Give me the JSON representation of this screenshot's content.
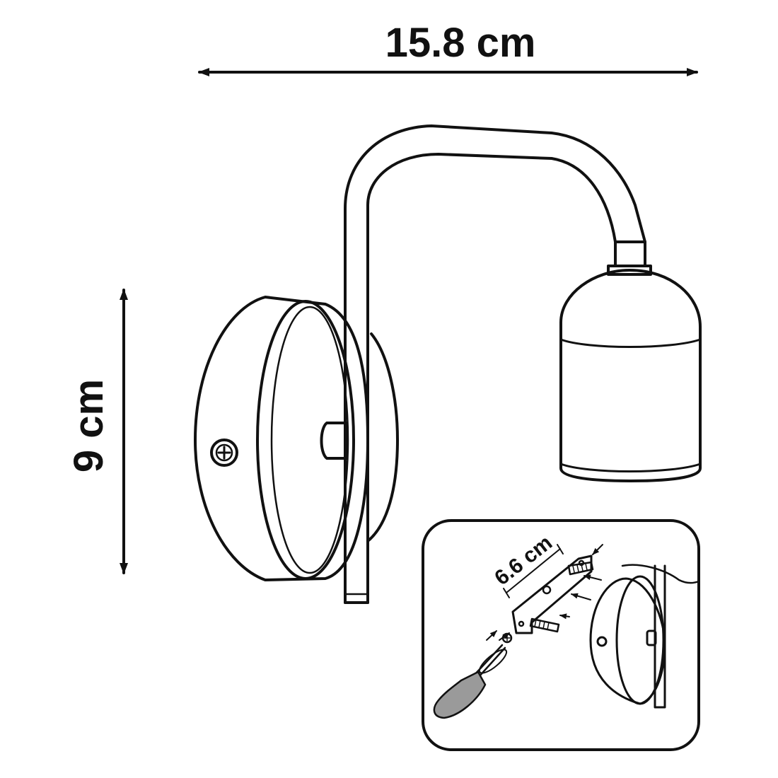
{
  "dimensions": {
    "width_label": "15.8 cm",
    "height_label": "9 cm",
    "bracket_label": "6.6 cm"
  },
  "colors": {
    "ink": "#111111",
    "background": "#ffffff",
    "screwdriver_handle": "#9a9a9a"
  },
  "icons": {
    "screw": "phillips-screw-icon",
    "screwdriver": "screwdriver-icon"
  }
}
